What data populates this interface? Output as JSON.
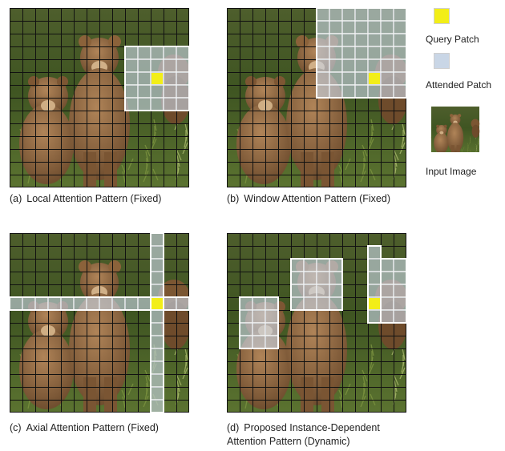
{
  "panels": [
    {
      "label": "(a)",
      "title": "Local Attention Pattern (Fixed)"
    },
    {
      "label": "(b)",
      "title": "Window Attention Pattern (Fixed)"
    },
    {
      "label": "(c)",
      "title": "Axial Attention Pattern (Fixed)"
    },
    {
      "label": "(d)",
      "title": "Proposed Instance-Dependent",
      "title_line2": "Attention Pattern (Dynamic)"
    }
  ],
  "legend": {
    "query": "Query Patch",
    "attended": "Attended Patch",
    "input": "Input Image"
  },
  "colors": {
    "query": "#f2ee18",
    "attended": "#c9d6e6",
    "grid_line": "#111111",
    "highlight_border": "#ffffff"
  },
  "grid": {
    "rows": 14,
    "cols": 14
  }
}
